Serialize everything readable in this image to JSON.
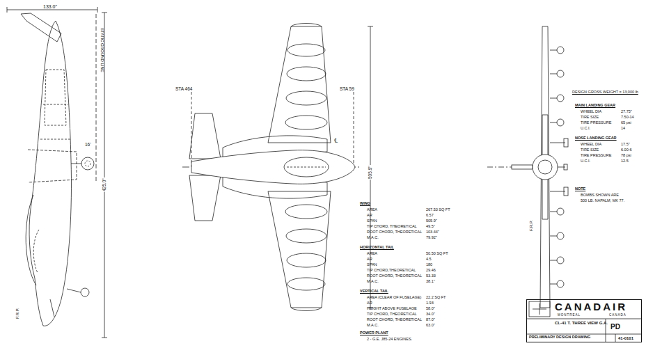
{
  "diagram": {
    "nodes": [
      {
        "text": [
          "CANADAIR",
          "MONTREAL",
          "CANADA",
          "CL-41 T. THREE VIEW G.A.",
          "PRELIMINARY DESIGN DRAWING",
          "PD",
          "41-0101"
        ]
      }
    ],
    "labels": [
      "133.0\"",
      "STATIC GROUND LINE",
      "16'",
      "425.0\"",
      "F.R.P.",
      "STA 464",
      "STA 59",
      "℄",
      "505.9\"",
      "WING",
      "AREA",
      "267.53 SQ FT",
      "AR",
      "6.57",
      "SPAN",
      "505.9\"",
      "TIP CHORD, THEORETICAL",
      "49.5\"",
      "ROOT CHORD, THEORETICAL",
      "103.44\"",
      "M.A.C.",
      "79.92\"",
      "HORIZONTAL TAIL",
      "AREA",
      "50.50 SQ FT",
      "AR",
      "4.5",
      "SPAN",
      "180",
      "TIP CHORD,THEORETICAL",
      "29.46",
      "ROOT CHORD, THEORETICAL",
      "53.33",
      "M.A.C.",
      "38.1\"",
      "VERTICAL TAIL",
      "AREA (CLEAR OF FUSELAGE)",
      "22.2 SQ FT",
      "AR",
      "1.93",
      "HEIGHT ABOVE FUSELAGE",
      "58.0\"",
      "TIP CHORD, THEORETICAL",
      "34.0\"",
      "ROOT CHORD, THEORETICAL",
      "87.0\"",
      "M.A.C.",
      "63.0\"",
      "POWER PLANT",
      "2 - G.E. J85-24 ENGINES.",
      "DESIGN GROSS WEIGHT = 13,000 lb",
      "MAIN LANDING GEAR",
      "WHEEL DIA",
      "27.75\"",
      "TIRE SIZE",
      "7.50-14",
      "TIRE PRESSURE",
      "65 psi",
      "U.C.I.",
      "14",
      "NOSE LANDING GEAR",
      "WHEEL DIA",
      "17.5\"",
      "TIRE SIZE",
      "6.00-6",
      "TIRE PRESSURE",
      "78 psi",
      "U.C.I.",
      "12.5",
      "NOTE",
      "BOMBS SHOWN ARE",
      "500 LB. NAPALM, MK 77.",
      "F.R.P."
    ]
  }
}
